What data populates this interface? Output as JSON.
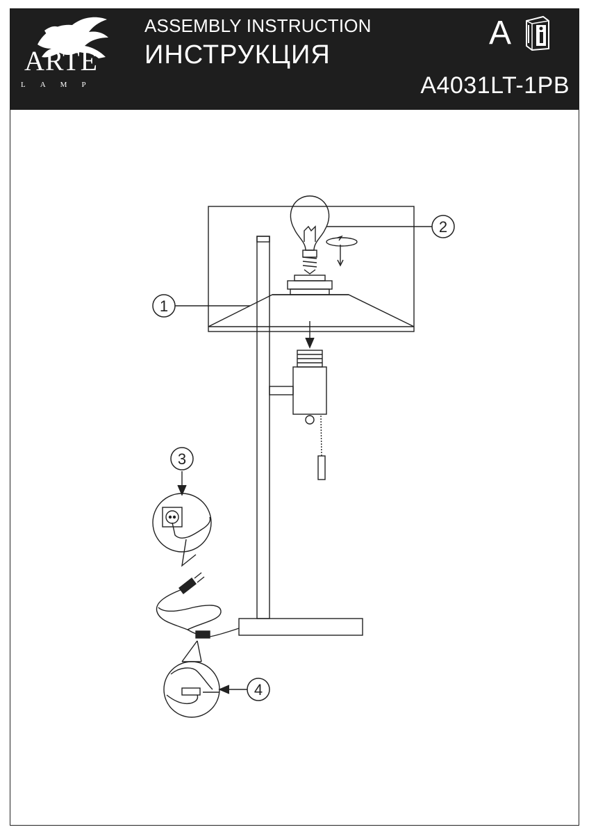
{
  "header": {
    "brand_name": "ARTE",
    "brand_sub": "LAMP",
    "title_en": "ASSEMBLY INSTRUCTION",
    "title_ru": "ИНСТРУКЦИЯ",
    "letter": "A",
    "model": "A4031LT-1PB",
    "background_color": "#1e1e1e",
    "icons": [
      "lion-logo",
      "instruction-book-icon"
    ]
  },
  "diagram": {
    "callouts": [
      {
        "label": "1"
      },
      {
        "label": "2"
      },
      {
        "label": "3"
      },
      {
        "label": "4"
      }
    ]
  }
}
